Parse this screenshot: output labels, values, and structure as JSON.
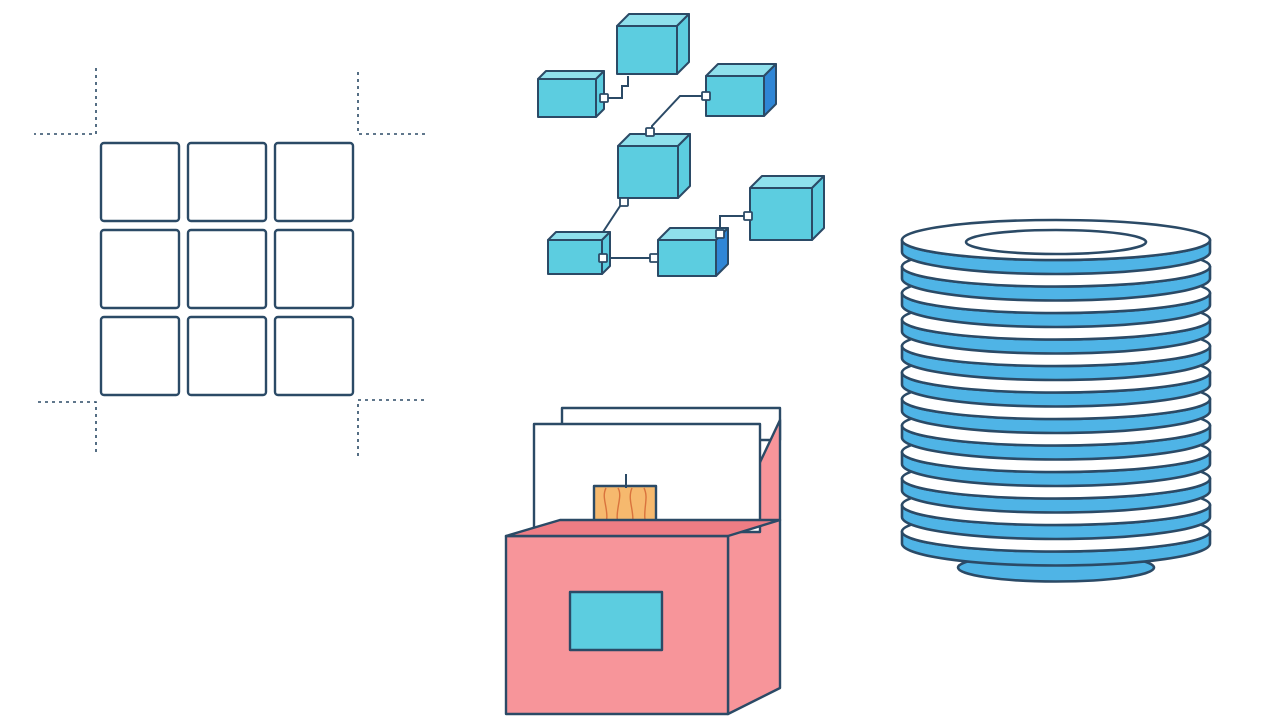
{
  "colors": {
    "stroke": "#2b4a66",
    "background": "#ffffff",
    "cube_face": "#5ccde0",
    "cube_top": "#8fe0ec",
    "cube_side": "#2f86d6",
    "box_pink": "#f7959a",
    "box_pink_dark": "#ee7d84",
    "label_cyan": "#5ccde0",
    "wood": "#f6b96e",
    "wood_grain": "#d9733d",
    "plate_white": "#ffffff",
    "plate_blue": "#4fb4e6"
  },
  "illustrations": [
    {
      "name": "grid-icon",
      "rows": 3,
      "columns": 3
    },
    {
      "name": "network-of-cubes-icon",
      "nodes": 7
    },
    {
      "name": "filing-box-icon"
    },
    {
      "name": "plate-stack-icon",
      "plates": 12
    }
  ]
}
